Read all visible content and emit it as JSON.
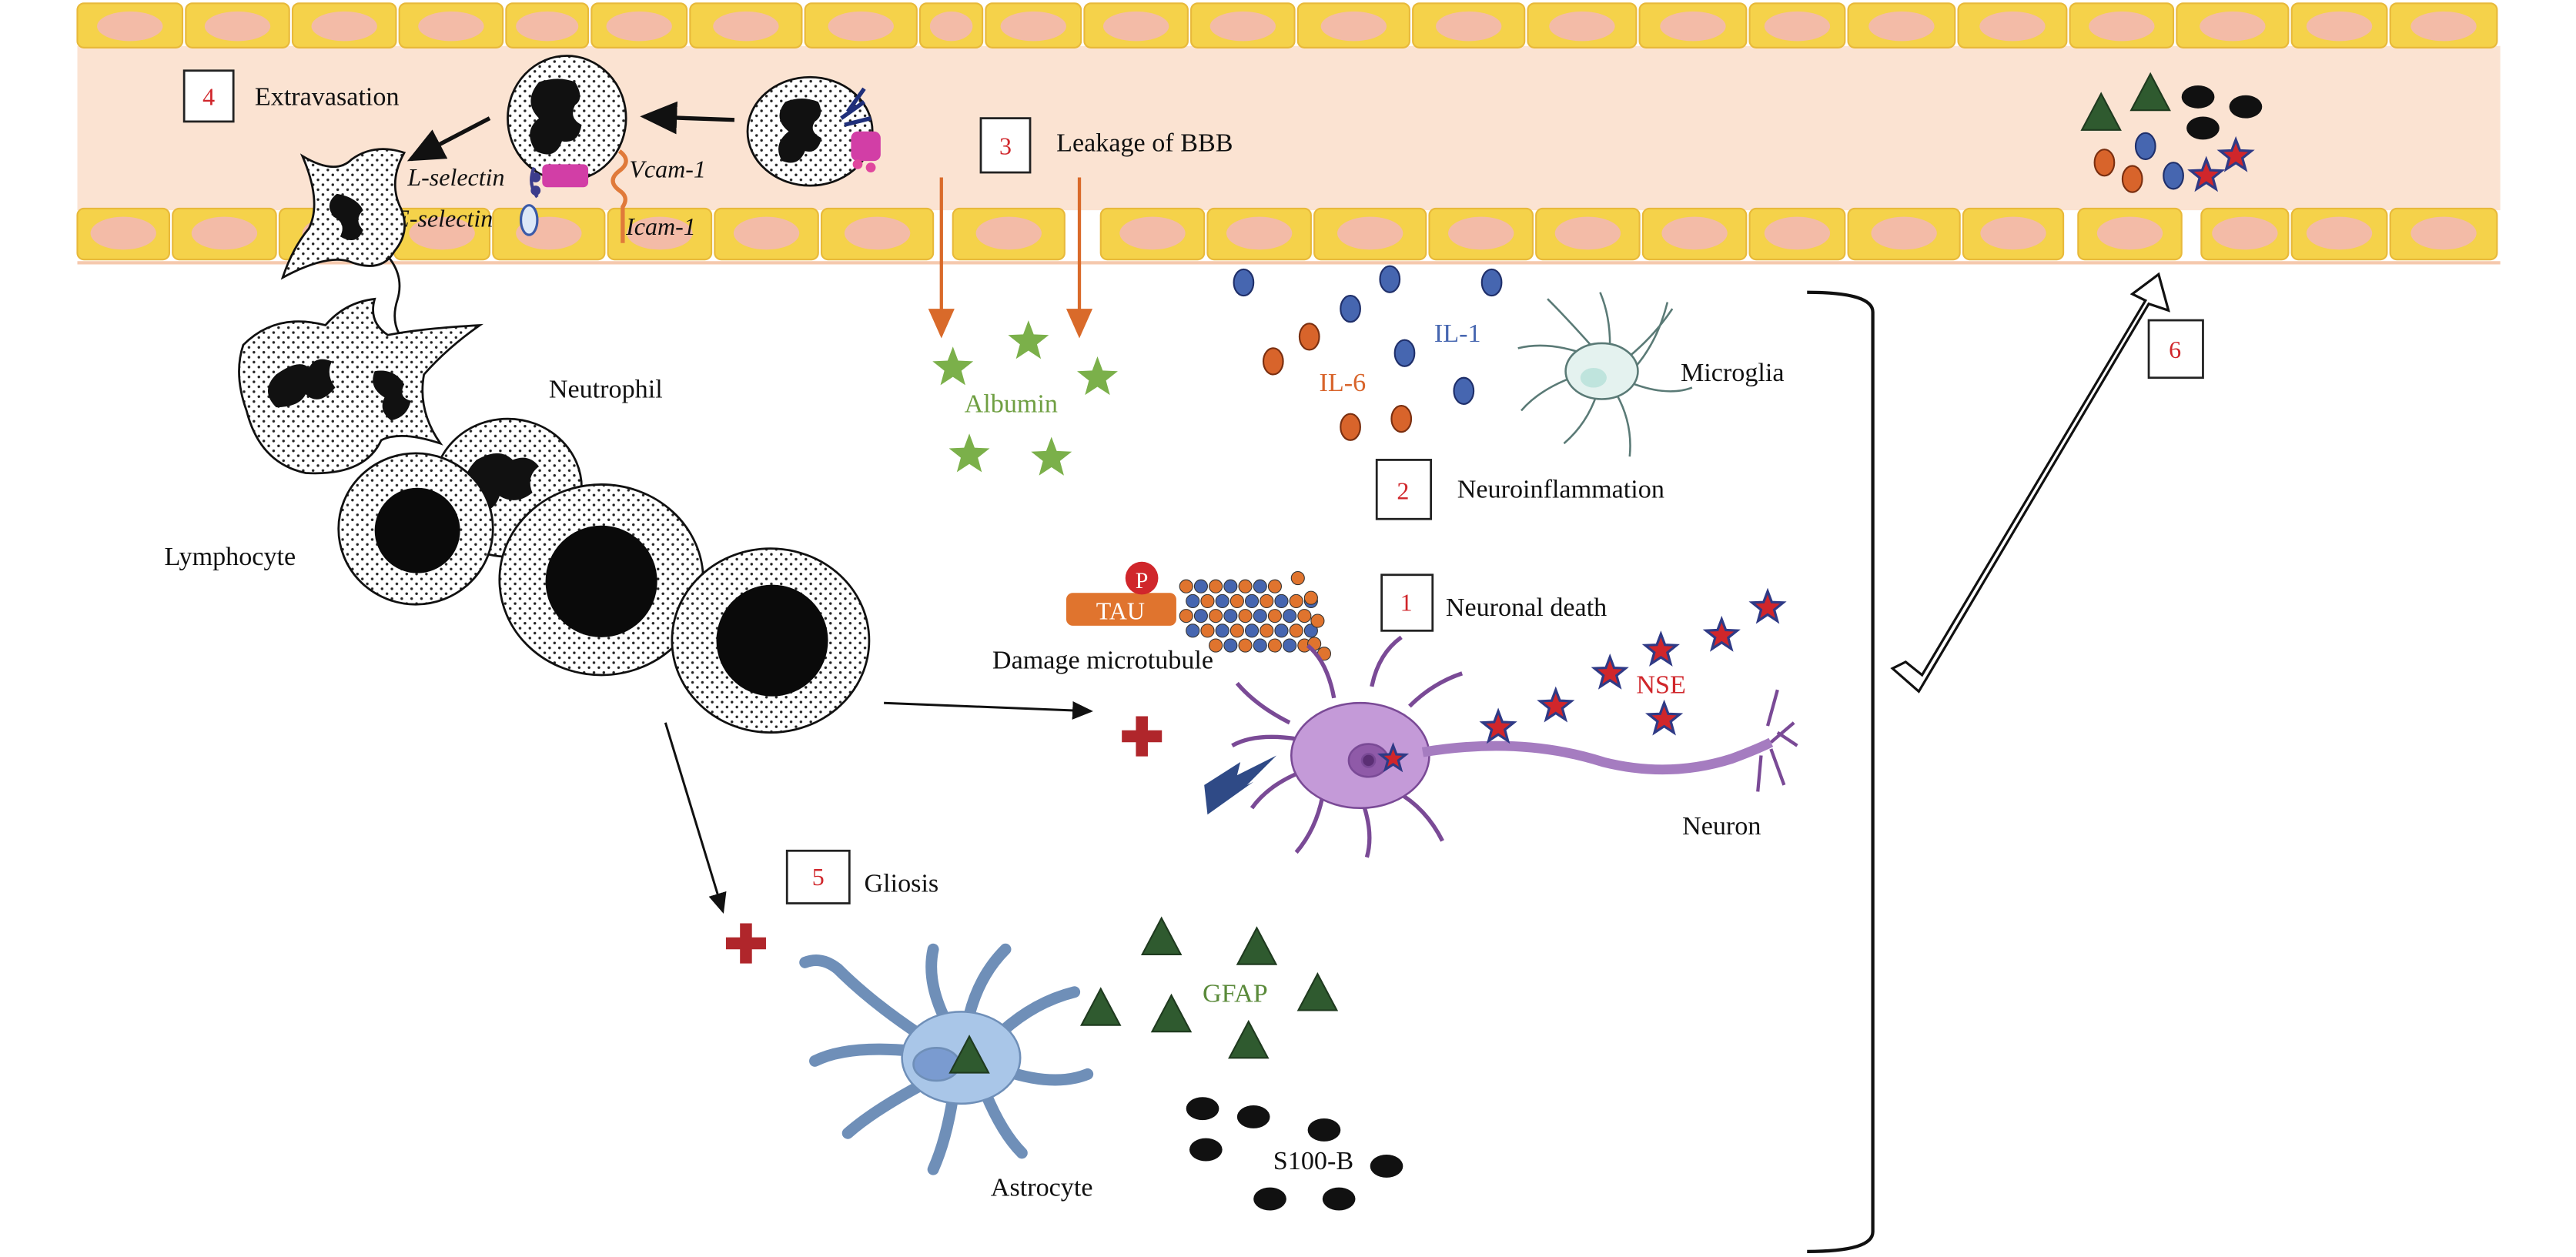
{
  "vessel": {
    "name": "blood-vessel"
  },
  "steps": [
    {
      "number": "4",
      "label": "Extravasation"
    },
    {
      "number": "3",
      "label": "Leakage of BBB"
    },
    {
      "number": "2",
      "label": "Neuroinflammation"
    },
    {
      "number": "1",
      "label": "Neuronal death"
    },
    {
      "number": "5",
      "label": "Gliosis"
    },
    {
      "number": "6",
      "label": ""
    }
  ],
  "molecules": {
    "l_selectin": "L-selectin",
    "e_selectin": "E-selectin",
    "vcam": "Vcam-1",
    "icam": "Icam-1"
  },
  "cells": {
    "neutrophil": "Neutrophil",
    "lymphocyte": "Lymphocyte",
    "microglia": "Microglia",
    "neuron": "Neuron",
    "astrocyte": "Astrocyte"
  },
  "markers": {
    "albumin": "Albumin",
    "il1": "IL-1",
    "il6": "IL-6",
    "tau": "TAU",
    "phospho": "P",
    "damage": "Damage microtubule",
    "nse": "NSE",
    "gfap": "GFAP",
    "s100b": "S100-B"
  },
  "colors": {
    "endothelium": "#f5d24a",
    "lumen": "#fbe3d2",
    "nucleus": "#f3bba7",
    "step_number": "#d0262b",
    "albumin": "#7bb04a",
    "il1": "#4666b0",
    "il6": "#d8642b",
    "nse": "#d0262b",
    "gfap": "#2f5a2f",
    "s100b": "#111111",
    "neuron": "#b88cd0",
    "astrocyte": "#a9c6e8",
    "microglia": "#e4f2ef",
    "arrow_leak": "#d96a2a"
  }
}
